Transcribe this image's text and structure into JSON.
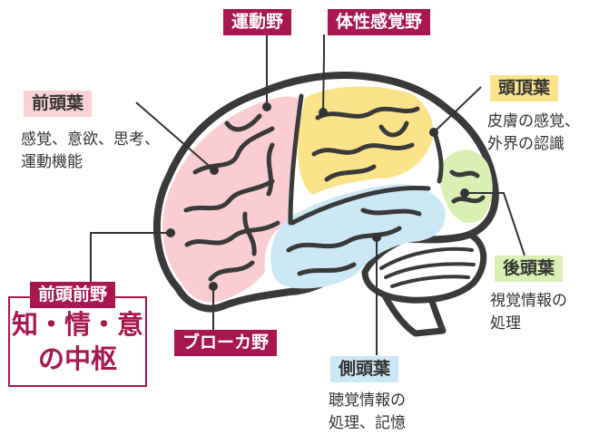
{
  "colors": {
    "outline": "#3a3a3a",
    "frontal": "#f9cdd2",
    "parietal": "#fbe38a",
    "occipital": "#d9efb4",
    "temporal": "#cde8f5",
    "cerebellum": "#ffffff",
    "accent": "#a8174f"
  },
  "labels": {
    "motor": "運動野",
    "somatosensory": "体性感覚野",
    "frontal": "前頭葉",
    "frontal_desc": [
      "感覚、意欲、思考、",
      "運動機能"
    ],
    "parietal": "頭頂葉",
    "parietal_desc": [
      "皮膚の感覚、",
      "外界の認識"
    ],
    "prefrontal": "前頭前野",
    "prefrontal_desc": [
      "知・情・意",
      "の中枢"
    ],
    "occipital": "後頭葉",
    "occipital_desc": [
      "視覚情報の",
      "処理"
    ],
    "broca": "ブローカ野",
    "temporal": "側頭葉",
    "temporal_desc": [
      "聴覚情報の",
      "処理、記憶"
    ]
  }
}
